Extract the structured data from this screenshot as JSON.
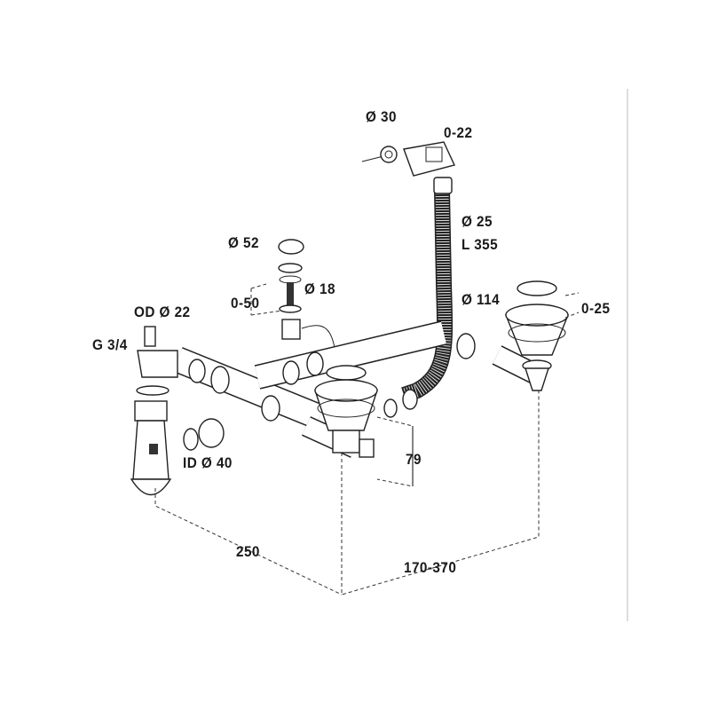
{
  "labels": {
    "overflow_diameter": "Ø 30",
    "overflow_range": "0-22",
    "hose_diameter": "Ø 25",
    "hose_length": "L 355",
    "knob_diameter": "Ø 52",
    "rod_diameter": "Ø 18",
    "rod_range": "0-50",
    "strainer_diameter": "Ø 114",
    "strainer_range": "0-25",
    "outlet_od": "OD Ø 22",
    "thread": "G 3/4",
    "pipe_id": "ID Ø 40",
    "height": "79",
    "width_left": "250",
    "width_right": "170-370"
  }
}
